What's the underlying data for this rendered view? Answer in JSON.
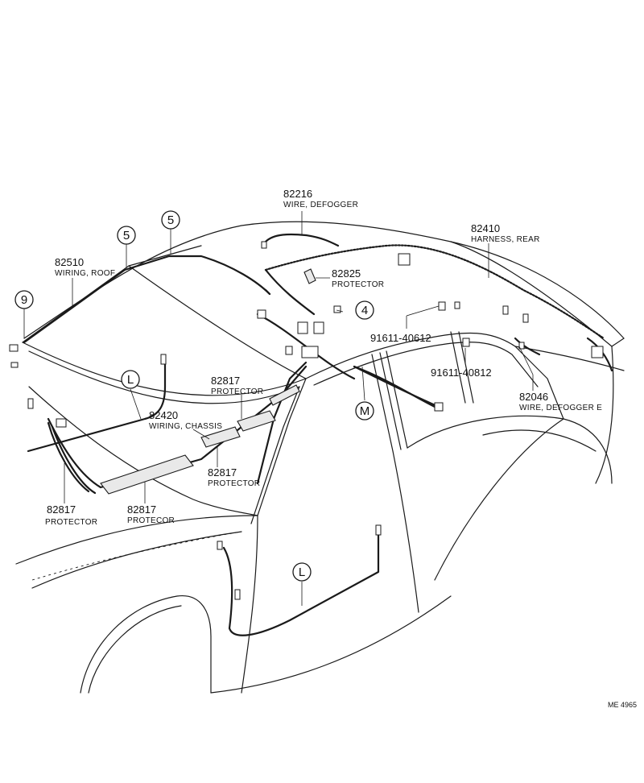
{
  "parts": {
    "p82216": {
      "num": "82216",
      "name": "WIRE, DEFOGGER"
    },
    "p82410": {
      "num": "82410",
      "name": "HARNESS, REAR"
    },
    "p82825": {
      "num": "82825",
      "name": "PROTECTOR"
    },
    "p82510": {
      "num": "82510",
      "name": "WIRING, ROOF"
    },
    "p91611a": {
      "num": "91611-40612"
    },
    "p91611b": {
      "num": "91611-40812"
    },
    "p82046": {
      "num": "82046",
      "name": "WIRE, DEFOGGER E"
    },
    "p82817a": {
      "num": "82817",
      "name": "PROTECTOR"
    },
    "p82420": {
      "num": "82420",
      "name": "WIRING, CHASSIS"
    },
    "p82817b": {
      "num": "82817",
      "name": "PROTECTOR"
    },
    "p82817c": {
      "num": "82817",
      "name": "PROTECTOR"
    },
    "p82817d": {
      "num": "82817",
      "name": "PROTECOR"
    }
  },
  "callouts": {
    "c5a": "5",
    "c5b": "5",
    "c9": "9",
    "c4": "4",
    "cL1": "L",
    "cM": "M",
    "cL2": "L"
  },
  "figure_code": "ME 4965"
}
